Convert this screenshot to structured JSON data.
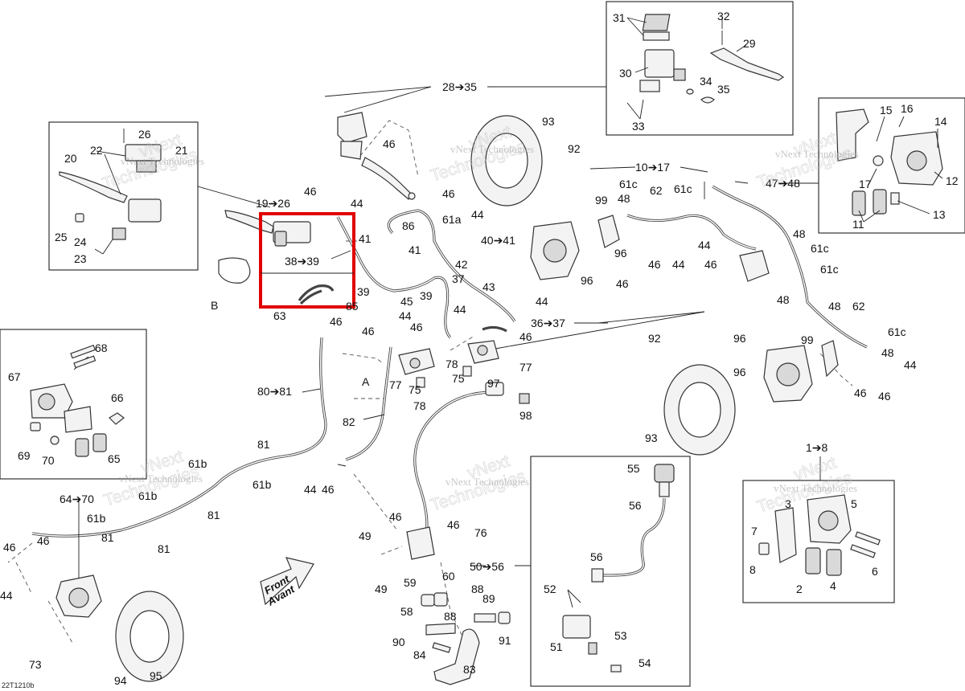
{
  "diagram_code": "22T1210b",
  "watermark": {
    "line1": "vNext Technologies",
    "line2": "vNext",
    "line3": "Technologies"
  },
  "front_arrow": {
    "line1": "Front",
    "line2": "Avant"
  },
  "highlight_label": "38➔39",
  "labels": {
    "l_28_35": "28➔35",
    "l_31": "31",
    "l_32": "32",
    "l_29": "29",
    "l_30": "30",
    "l_34": "34",
    "l_35": "35",
    "l_33": "33",
    "l_46_top": "46",
    "l_93_top": "93",
    "l_92_top": "92",
    "l_15": "15",
    "l_16": "16",
    "l_14": "14",
    "l_12": "12",
    "l_17": "17",
    "l_11": "11",
    "l_13": "13",
    "l_10_17": "10➔17",
    "l_47_48": "47➔48",
    "l_26": "26",
    "l_22": "22",
    "l_21": "21",
    "l_20": "20",
    "l_25": "25",
    "l_24": "24",
    "l_23": "23",
    "l_19_26": "19➔26",
    "l_46a": "46",
    "l_44a": "44",
    "l_46b": "46",
    "l_44b": "44",
    "l_86": "86",
    "l_61a": "61a",
    "l_41a": "41",
    "l_41b": "41",
    "l_40_41": "40➔41",
    "l_B": "B",
    "l_39a": "39",
    "l_39b": "39",
    "l_63": "63",
    "l_46c": "46",
    "l_85": "85",
    "l_45": "45",
    "l_37": "37",
    "l_42": "42",
    "l_43": "43",
    "l_44c": "44",
    "l_44d": "44",
    "l_46d": "46",
    "l_46e": "46",
    "l_36_37": "36➔37",
    "l_46f": "46",
    "l_77a": "77",
    "l_77b": "77",
    "l_78a": "78",
    "l_78b": "78",
    "l_75a": "75",
    "l_75b": "75",
    "l_97": "97",
    "l_98": "98",
    "l_99a": "99",
    "l_61ca": "61c",
    "l_48a": "48",
    "l_62a": "62",
    "l_61cb": "61c",
    "l_44e": "44",
    "l_46g": "46",
    "l_44f": "44",
    "l_46h": "46",
    "l_96a": "96",
    "l_96b": "96",
    "l_46i": "46",
    "l_48b": "48",
    "l_61cc": "61c",
    "l_61cd": "61c",
    "l_48c": "48",
    "l_48d": "48",
    "l_62b": "62",
    "l_99b": "99",
    "l_61ce": "61c",
    "l_48e": "48",
    "l_44g": "44",
    "l_46j": "46",
    "l_46k": "46",
    "l_96c": "96",
    "l_96d": "96",
    "l_92b": "92",
    "l_93b": "93",
    "l_1_8": "1➔8",
    "l_5": "5",
    "l_3": "3",
    "l_7": "7",
    "l_8": "8",
    "l_2": "2",
    "l_4": "4",
    "l_6": "6",
    "l_68": "68",
    "l_67": "67",
    "l_66": "66",
    "l_69": "69",
    "l_70": "70",
    "l_65": "65",
    "l_80_81": "80➔81",
    "l_A": "A",
    "l_82": "82",
    "l_81a": "81",
    "l_61ba": "61b",
    "l_44h": "44",
    "l_46l": "46",
    "l_61bb": "61b",
    "l_61bc": "61b",
    "l_81b": "81",
    "l_64_70": "64➔70",
    "l_61bd": "61b",
    "l_81c": "81",
    "l_81d": "81",
    "l_46m": "46",
    "l_46n": "46",
    "l_44i": "44",
    "l_73": "73",
    "l_94": "94",
    "l_95": "95",
    "l_46o": "46",
    "l_46p": "46",
    "l_76": "76",
    "l_49a": "49",
    "l_49b": "49",
    "l_50_56": "50➔56",
    "l_59": "59",
    "l_60": "60",
    "l_58": "58",
    "l_88a": "88",
    "l_88b": "88",
    "l_89": "89",
    "l_90": "90",
    "l_84": "84",
    "l_91": "91",
    "l_83": "83",
    "l_55": "55",
    "l_56a": "56",
    "l_56b": "56",
    "l_52": "52",
    "l_51": "51",
    "l_53": "53",
    "l_54": "54"
  }
}
